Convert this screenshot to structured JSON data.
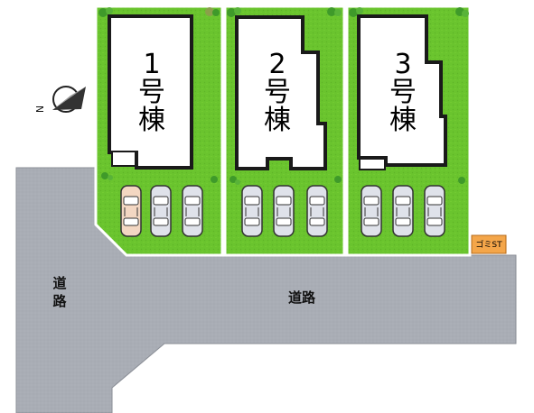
{
  "labels": {
    "road_main": "道路",
    "road_side_chars": [
      "道",
      "路"
    ],
    "gomi": "ゴミST"
  },
  "buildings": [
    {
      "chars": [
        "1",
        "号",
        "棟"
      ]
    },
    {
      "chars": [
        "2",
        "号",
        "棟"
      ]
    },
    {
      "chars": [
        "3",
        "号",
        "棟"
      ]
    }
  ],
  "compass": {
    "letter": "N"
  },
  "colors": {
    "road": "#a9adb5",
    "lawn": "#6ac42e",
    "building_fill": "#ffffff",
    "building_outline": "#1a1a1a",
    "gomi_fill": "#f4a64a",
    "car_body": "#dfe2ea",
    "car_highlight": "#f3d7c2"
  }
}
